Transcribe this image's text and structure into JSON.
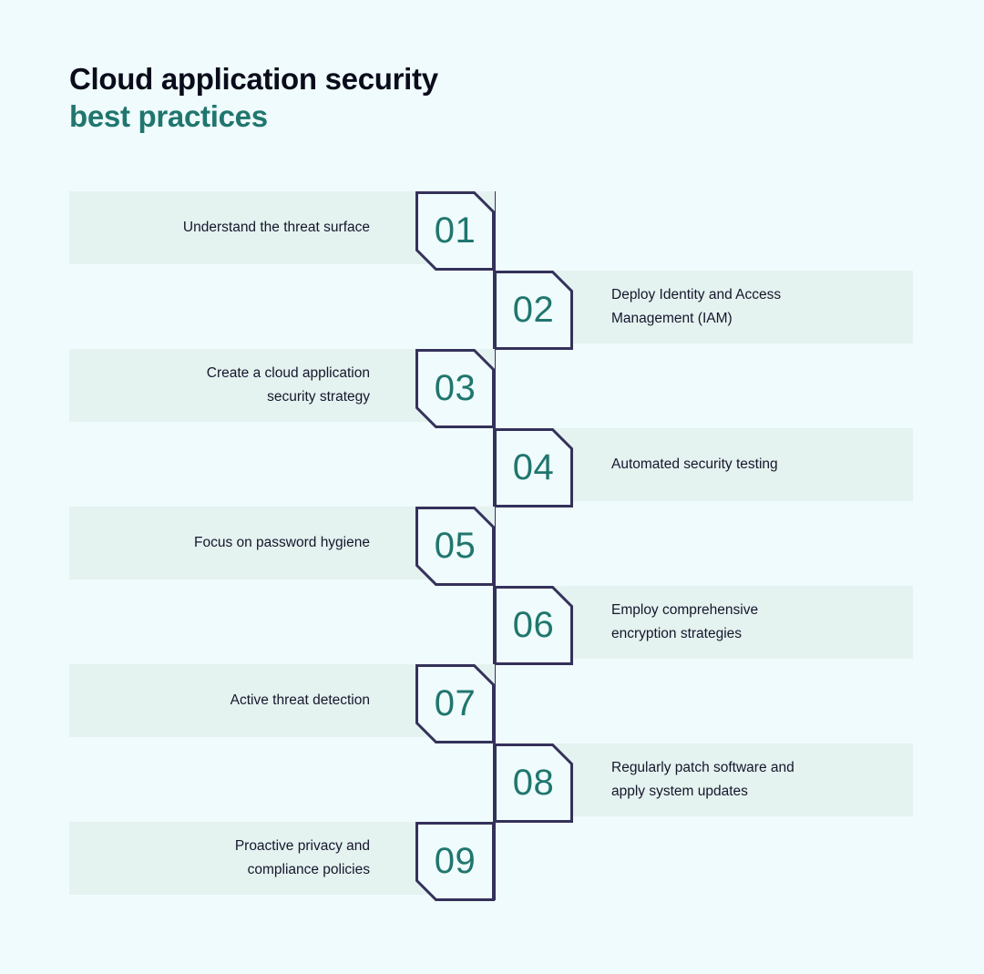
{
  "heading": {
    "line1": "Cloud application security",
    "line2": "best practices"
  },
  "colors": {
    "page_background": "#effbfc",
    "band_fill": "#e4f2f0",
    "badge_outline": "#34315a",
    "badge_number": "#20766e",
    "heading_dark": "#0b0c1b",
    "heading_accent": "#20766e",
    "label_text": "#15162b"
  },
  "steps": [
    {
      "number": "01",
      "side": "left",
      "lines": [
        "Understand the threat surface"
      ],
      "cut_top_right": true,
      "cut_bottom_left": true
    },
    {
      "number": "02",
      "side": "right",
      "lines": [
        "Deploy Identity and Access",
        "Management (IAM)"
      ],
      "cut_top_right": true,
      "cut_bottom_left": false
    },
    {
      "number": "03",
      "side": "left",
      "lines": [
        "Create a cloud application",
        "security strategy"
      ],
      "cut_top_right": true,
      "cut_bottom_left": true
    },
    {
      "number": "04",
      "side": "right",
      "lines": [
        "Automated security testing"
      ],
      "cut_top_right": true,
      "cut_bottom_left": false
    },
    {
      "number": "05",
      "side": "left",
      "lines": [
        "Focus on password hygiene"
      ],
      "cut_top_right": true,
      "cut_bottom_left": true
    },
    {
      "number": "06",
      "side": "right",
      "lines": [
        "Employ comprehensive",
        "encryption strategies"
      ],
      "cut_top_right": true,
      "cut_bottom_left": false
    },
    {
      "number": "07",
      "side": "left",
      "lines": [
        "Active threat detection"
      ],
      "cut_top_right": true,
      "cut_bottom_left": true
    },
    {
      "number": "08",
      "side": "right",
      "lines": [
        "Regularly patch software and",
        "apply system updates"
      ],
      "cut_top_right": true,
      "cut_bottom_left": false
    },
    {
      "number": "09",
      "side": "left",
      "lines": [
        "Proactive privacy and",
        "compliance policies"
      ],
      "cut_top_right": false,
      "cut_bottom_left": true
    }
  ]
}
